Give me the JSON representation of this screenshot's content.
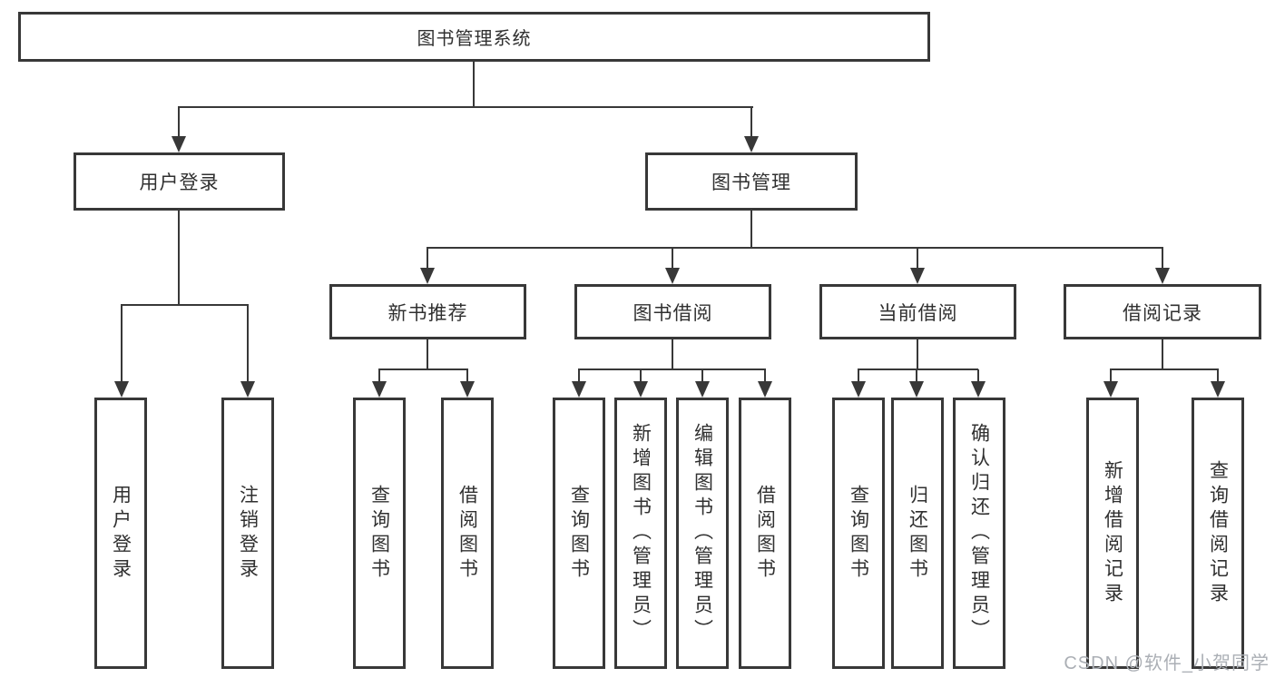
{
  "diagram": {
    "nodes": {
      "root": {
        "label": "图书管理系统"
      },
      "user_login": {
        "label": "用户登录"
      },
      "book_management": {
        "label": "图书管理"
      },
      "new_book_recommend": {
        "label": "新书推荐"
      },
      "book_borrowing": {
        "label": "图书借阅"
      },
      "current_borrowing": {
        "label": "当前借阅"
      },
      "borrowing_records": {
        "label": "借阅记录"
      },
      "leaf_user_login": {
        "label": "用户登录"
      },
      "leaf_logout": {
        "label": "注销登录"
      },
      "leaf_nb_query_books": {
        "label": "查询图书"
      },
      "leaf_nb_borrow_books": {
        "label": "借阅图书"
      },
      "leaf_bb_query_books": {
        "label": "查询图书"
      },
      "leaf_bb_add_books": {
        "label": "新增图书（管理员）"
      },
      "leaf_bb_edit_books": {
        "label": "编辑图书（管理员）"
      },
      "leaf_bb_borrow_books": {
        "label": "借阅图书"
      },
      "leaf_cb_query_books": {
        "label": "查询图书"
      },
      "leaf_cb_return_books": {
        "label": "归还图书"
      },
      "leaf_cb_confirm_return": {
        "label": "确认归还（管理员）"
      },
      "leaf_br_add_record": {
        "label": "新增借阅记录"
      },
      "leaf_br_query_record": {
        "label": "查询借阅记录"
      }
    },
    "colors": {
      "line": "#383838",
      "text": "#303030",
      "background": "#ffffff",
      "watermark_text": "#abafb5"
    }
  },
  "watermark": {
    "text": "CSDN @软件_小贺同学"
  }
}
